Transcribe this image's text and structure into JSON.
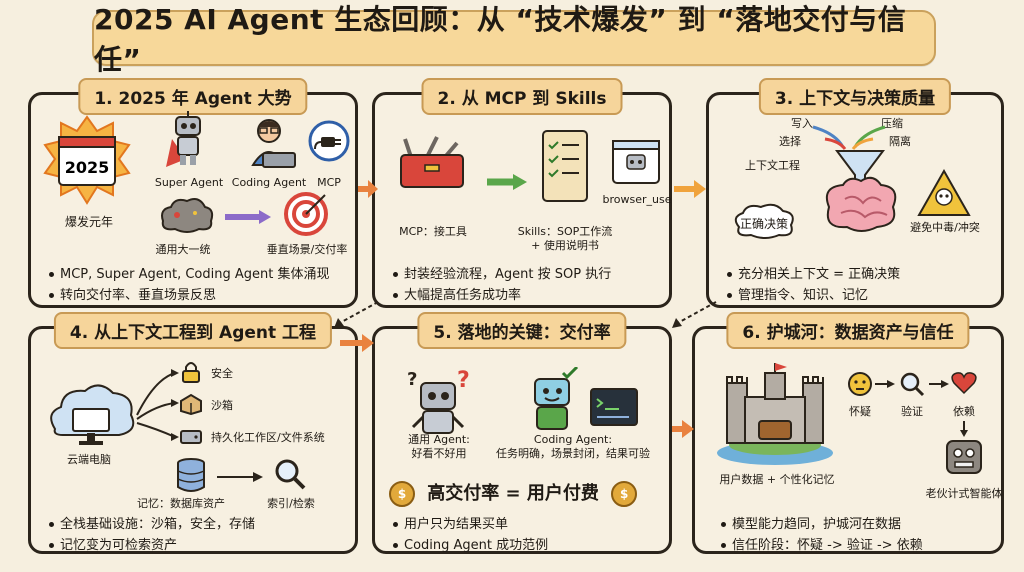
{
  "title": "2025 AI Agent 生态回顾：从 “技术爆发” 到 “落地交付与信任”",
  "panels": [
    {
      "title": "1. 2025 年 Agent 大势",
      "calendar": "2025",
      "labels": {
        "year": "爆发元年",
        "super_agent": "Super Agent",
        "coding_agent": "Coding Agent",
        "mcp": "MCP",
        "unify": "通用大一统",
        "vertical": "垂直场景/交付率"
      },
      "bullets": [
        "MCP, Super Agent, Coding Agent 集体涌现",
        "转向交付率、垂直场景反思"
      ]
    },
    {
      "title": "2. 从 MCP 到 Skills",
      "labels": {
        "mcp_tools": "MCP：接工具",
        "skills": "Skills：SOP工作流",
        "skills2": "+ 使用说明书",
        "browser": "browser_use"
      },
      "bullets": [
        "封装经验流程，Agent 按 SOP 执行",
        "大幅提高任务成功率"
      ]
    },
    {
      "title": "3. 上下文与决策质量",
      "labels": {
        "write": "写入",
        "compress": "压缩",
        "select": "选择",
        "isolate": "隔离",
        "context_eng": "上下文工程",
        "correct": "正确决策",
        "poison": "避免中毒/冲突"
      },
      "bullets": [
        "充分相关上下文 = 正确决策",
        "管理指令、知识、记忆"
      ]
    },
    {
      "title": "4. 从上下文工程到 Agent 工程",
      "labels": {
        "cloud_pc": "云端电脑",
        "security": "安全",
        "sandbox": "沙箱",
        "workspace": "持久化工作区/文件系统",
        "memory": "记忆：数据库资产",
        "index": "索引/检索"
      },
      "bullets": [
        "全栈基础设施：沙箱，安全，存储",
        "记忆变为可检索资产"
      ]
    },
    {
      "title": "5. 落地的关键：交付率",
      "labels": {
        "general_agent": "通用 Agent:",
        "general_agent2": "好看不好用",
        "coding_agent": "Coding Agent:",
        "coding_agent2": "任务明确，场景封闭，结果可验",
        "high_rate": "高交付率 = 用户付费"
      },
      "bullets": [
        "用户只为结果买单",
        "Coding Agent 成功范例"
      ]
    },
    {
      "title": "6. 护城河：数据资产与信任",
      "labels": {
        "doubt": "怀疑",
        "verify": "验证",
        "trust": "依赖",
        "user_data": "用户数据 + 个性化记忆",
        "buddy": "老伙计式智能体"
      },
      "bullets": [
        "模型能力趋同，护城河在数据",
        "信任阶段：怀疑 -> 验证 -> 依赖"
      ]
    }
  ],
  "colors": {
    "banner": "#f7d89a",
    "panel_border": "#2b241b",
    "tab": "#f6d59b",
    "arrow": "#e9823f"
  }
}
